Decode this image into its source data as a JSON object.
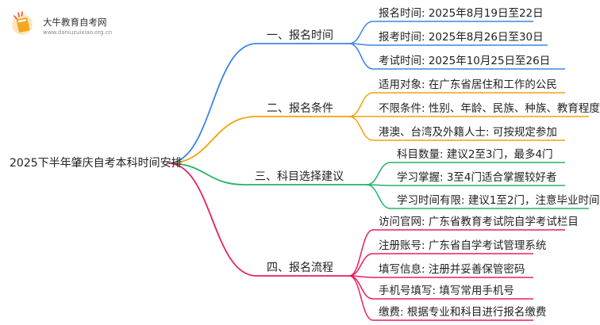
{
  "logo": {
    "title": "大牛教育自考网",
    "url": "www.daniuzuixiao.org.cn",
    "colors": {
      "primary": "#f5a623",
      "accent": "#e9553b"
    }
  },
  "root": {
    "label": "2025下半年肇庆自考本科时间安排"
  },
  "branches": [
    {
      "label": "一、报名时间",
      "color": "#3b86e0",
      "items": [
        "报名时间: 2025年8月19日至22日",
        "报考时间: 2025年8月26日至30日",
        "考试时间: 2025年10月25日至26日"
      ]
    },
    {
      "label": "二、报名条件",
      "color": "#f2a20a",
      "items": [
        "适用对象: 在广东省居住和工作的公民",
        "不限条件: 性别、年龄、民族、种族、教育程度",
        "港澳、台湾及外籍人士: 可按规定参加"
      ]
    },
    {
      "label": "三、科目选择建议",
      "color": "#23b366",
      "items": [
        "科目数量: 建议2至3门，最多4门",
        "学习掌握: 3至4门适合掌握较好者",
        "学习时间有限: 建议1至2门，注意毕业时间"
      ]
    },
    {
      "label": "四、报名流程",
      "color": "#e91e63",
      "items": [
        "访问官网: 广东省教育考试院自学考试栏目",
        "注册账号: 广东省自学考试管理系统",
        "填写信息: 注册并妥善保管密码",
        "手机号填写: 填写常用手机号",
        "缴费: 根据专业和科目进行报名缴费"
      ]
    }
  ]
}
